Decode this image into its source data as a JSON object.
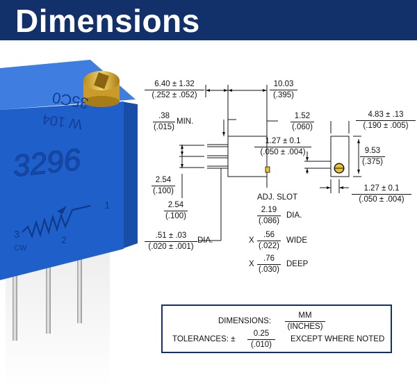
{
  "banner": {
    "title": "Dimensions"
  },
  "photo": {
    "part_number": "3296",
    "top_code": "35C0",
    "value_code": "W 104",
    "pin1": "1",
    "pin2": "2",
    "pin3": "3",
    "cw": "CW"
  },
  "dims": {
    "body_length": {
      "mm": "6.40 ± 1.32",
      "in": "(.252 ± .052)"
    },
    "overall": {
      "mm": "10.03",
      "in": "(.395)"
    },
    "standoff": {
      "mm": ".38",
      "in": "(.015)",
      "note": "MIN."
    },
    "adj_offset": {
      "mm": "1.52",
      "in": "(.060)"
    },
    "slot_offset": {
      "mm": "1.27 ± 0.1",
      "in": "(.050 ± .004)"
    },
    "width": {
      "mm": "4.83 ± .13",
      "in": "(.190 ± .005)"
    },
    "height": {
      "mm": "9.53",
      "in": "(.375)"
    },
    "pin_pitch_1": {
      "mm": "2.54",
      "in": "(.100)"
    },
    "pin_pitch_2": {
      "mm": "2.54",
      "in": "(.100)"
    },
    "side_offset": {
      "mm": "1.27 ± 0.1",
      "in": "(.050 ± .004)"
    },
    "pin_dia": {
      "mm": ".51 ± .03",
      "in": "(.020 ± .001)",
      "note": "DIA."
    },
    "adj_slot": {
      "title": "ADJ. SLOT",
      "dia": {
        "mm": "2.19",
        "in": "(.086)",
        "note": "DIA."
      },
      "wide": {
        "prefix": "X",
        "mm": ".56",
        "in": "(.022)",
        "note": "WIDE"
      },
      "deep": {
        "prefix": "X",
        "mm": ".76",
        "in": "(.030)",
        "note": "DEEP"
      }
    }
  },
  "legend": {
    "dimensions_label": "DIMENSIONS:",
    "units_mm": "MM",
    "units_in": "(INCHES)",
    "tolerances_label": "TOLERANCES: ±",
    "tol_mm": "0.25",
    "tol_in": "(.010)",
    "except_note": "EXCEPT WHERE NOTED"
  },
  "colors": {
    "banner": "#12306a",
    "body_blue": "#1f5fc9",
    "adjuster_gold": "#d9b23a"
  }
}
